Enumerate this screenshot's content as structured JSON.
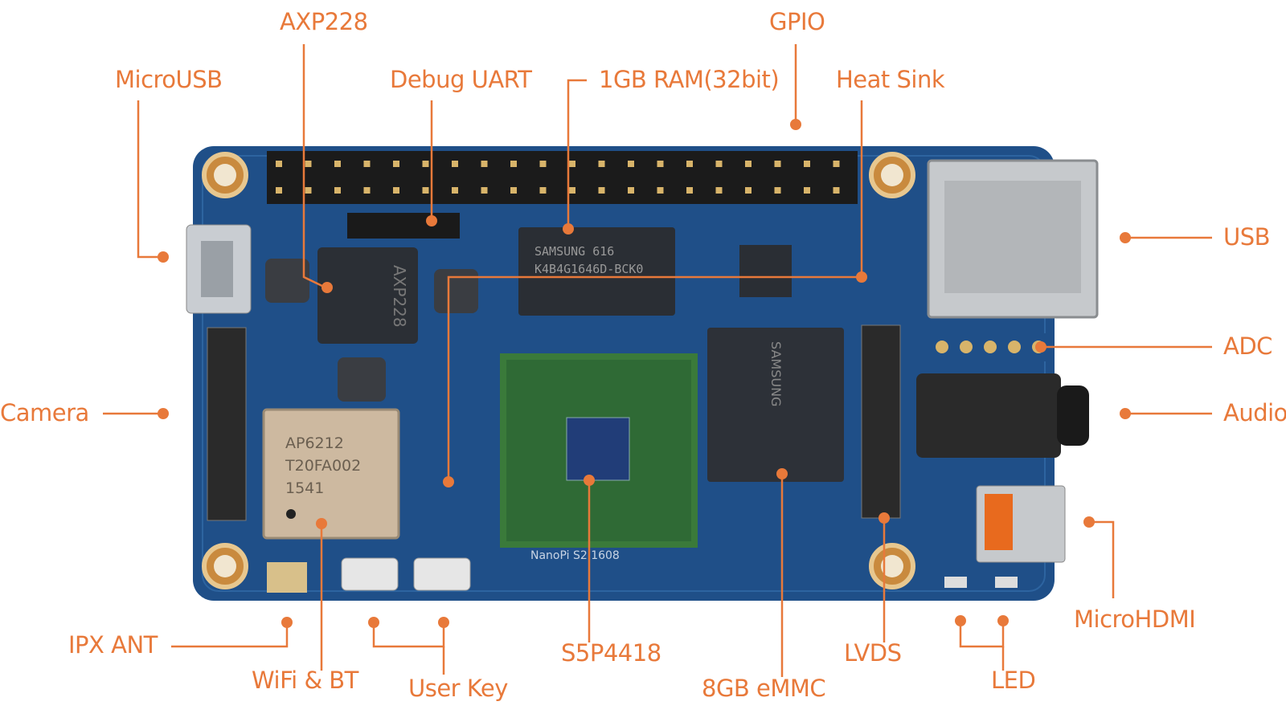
{
  "accent_color": "#e8793a",
  "board_color": "#1f4f88",
  "labels": {
    "axp228": "AXP228",
    "gpio": "GPIO",
    "microusb": "MicroUSB",
    "debug_uart": "Debug UART",
    "ram": "1GB RAM(32bit)",
    "heat_sink": "Heat Sink",
    "usb": "USB",
    "adc": "ADC",
    "audio": "Audio",
    "camera": "Camera",
    "ipx_ant": "IPX ANT",
    "wifi_bt": "WiFi & BT",
    "user_key": "User Key",
    "soc": "S5P4418",
    "emmc": "8GB eMMC",
    "lvds": "LVDS",
    "led": "LED",
    "microhdmi": "MicroHDMI"
  },
  "chip_markings": {
    "pmic": "AXP228",
    "ram": "SAMSUNG 616",
    "ram_part": "K4B4G1646D-BCK0",
    "wifi": "AP6212",
    "wifi_part": "T20FA002",
    "wifi_lot": "1541",
    "emmc": "SAMSUNG",
    "board_name": "NanoPi S2 1608"
  }
}
